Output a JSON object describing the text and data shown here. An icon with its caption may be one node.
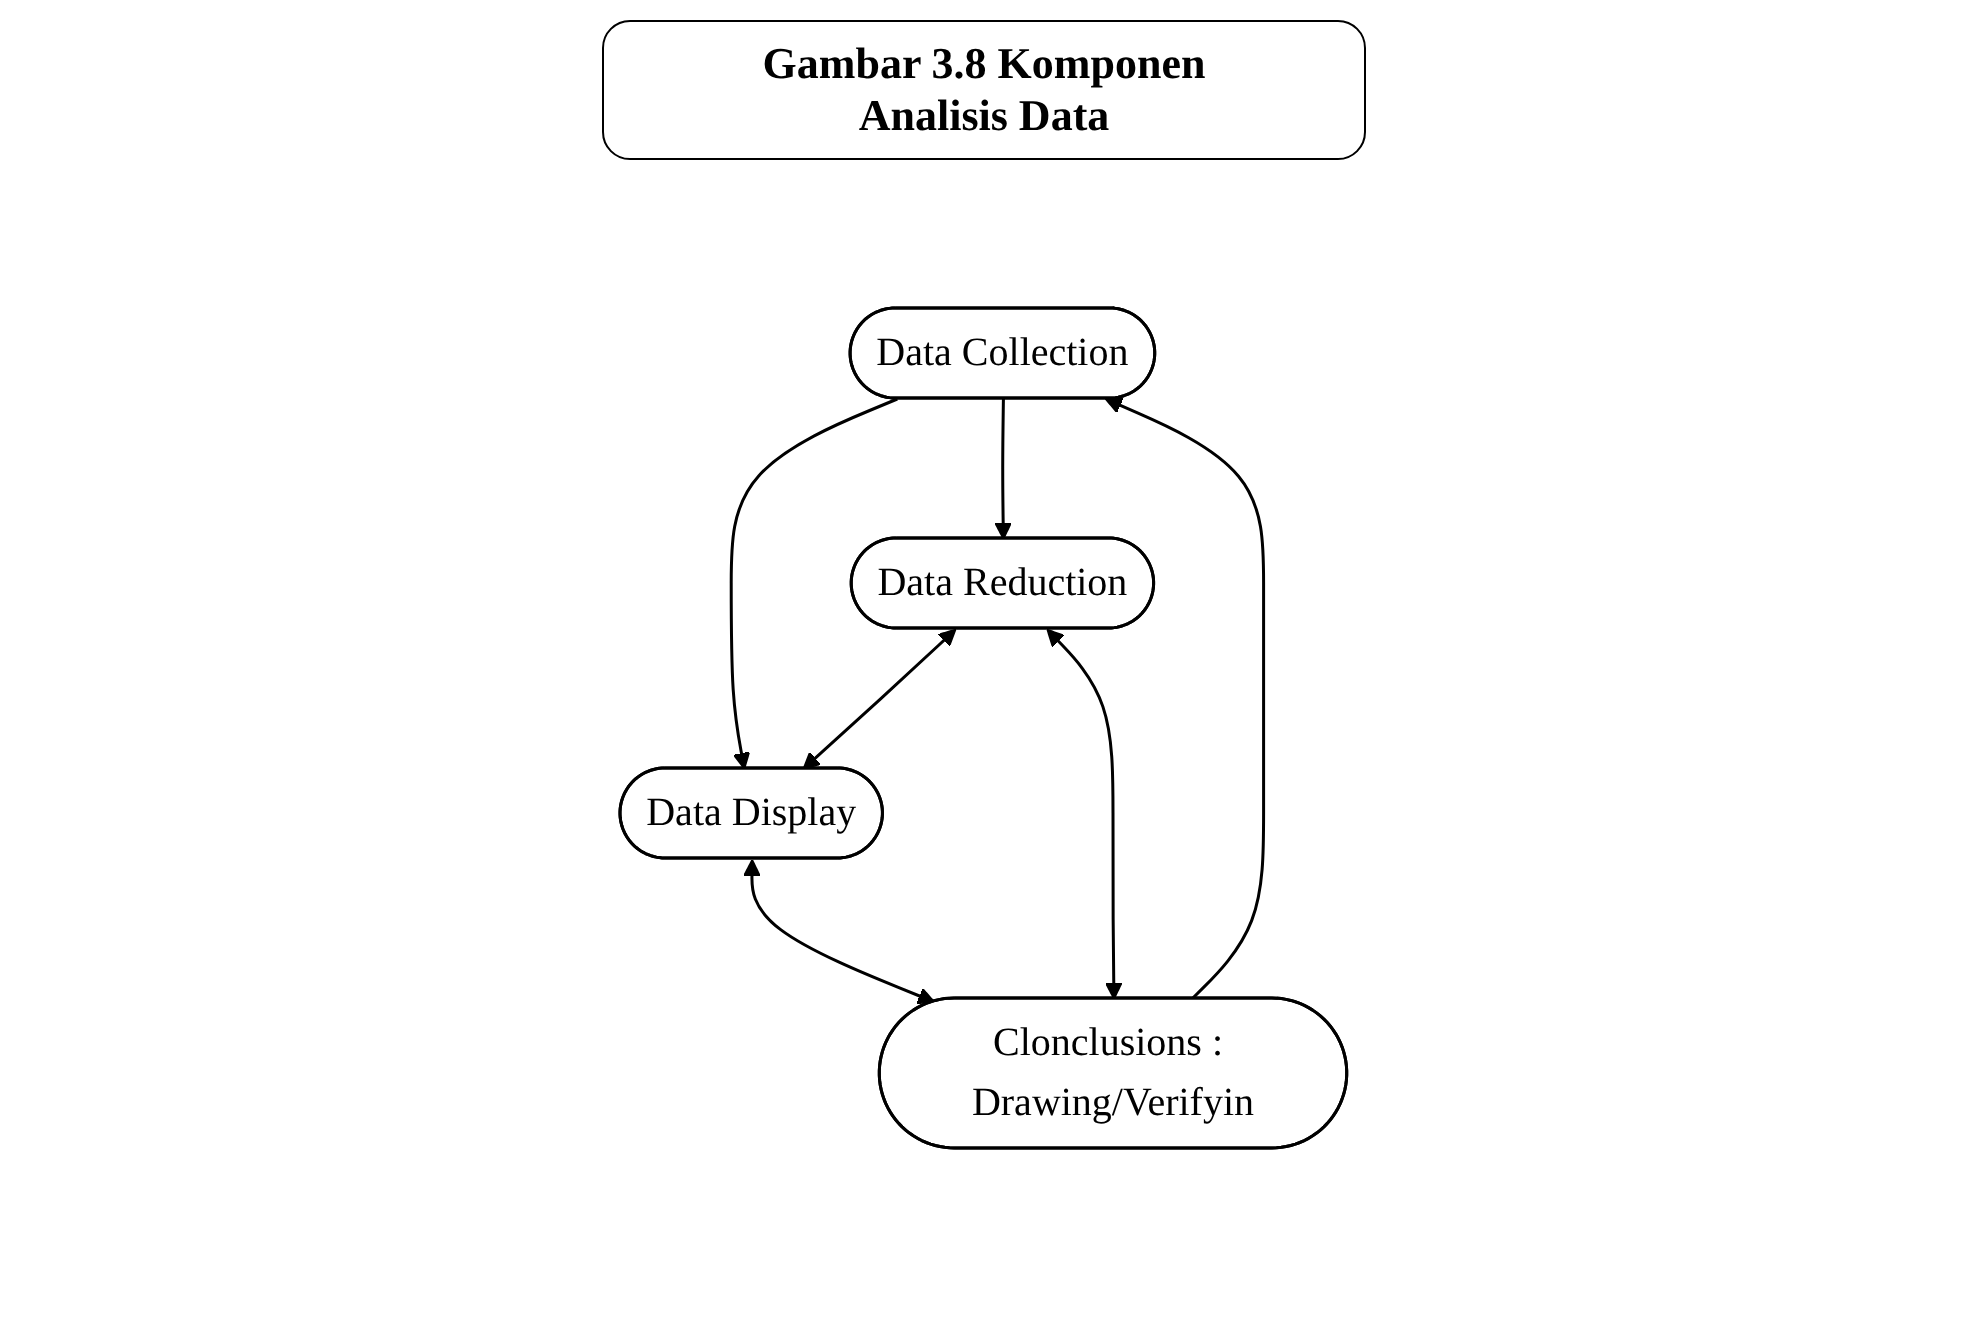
{
  "diagram": {
    "title": "Gambar 3.8 Komponen Analisis Data",
    "nodes": [
      {
        "text": [
          "Data Collection"
        ]
      },
      {
        "text": [
          "Data Reduction"
        ]
      },
      {
        "text": [
          "Data Display"
        ]
      },
      {
        "text": [
          "Clonclusions : Drawing/Verifyin"
        ]
      }
    ],
    "edges": [
      {
        "from": 0,
        "to": 2,
        "arrow": "to"
      },
      {
        "from": 0,
        "to": 1,
        "arrow": "to"
      },
      {
        "from": 1,
        "to": 2,
        "arrow": "both"
      },
      {
        "from": 1,
        "to": 3,
        "arrow": "both"
      },
      {
        "from": 2,
        "to": 3,
        "arrow": "both"
      },
      {
        "from": 3,
        "to": 0,
        "arrow": "to"
      }
    ]
  }
}
